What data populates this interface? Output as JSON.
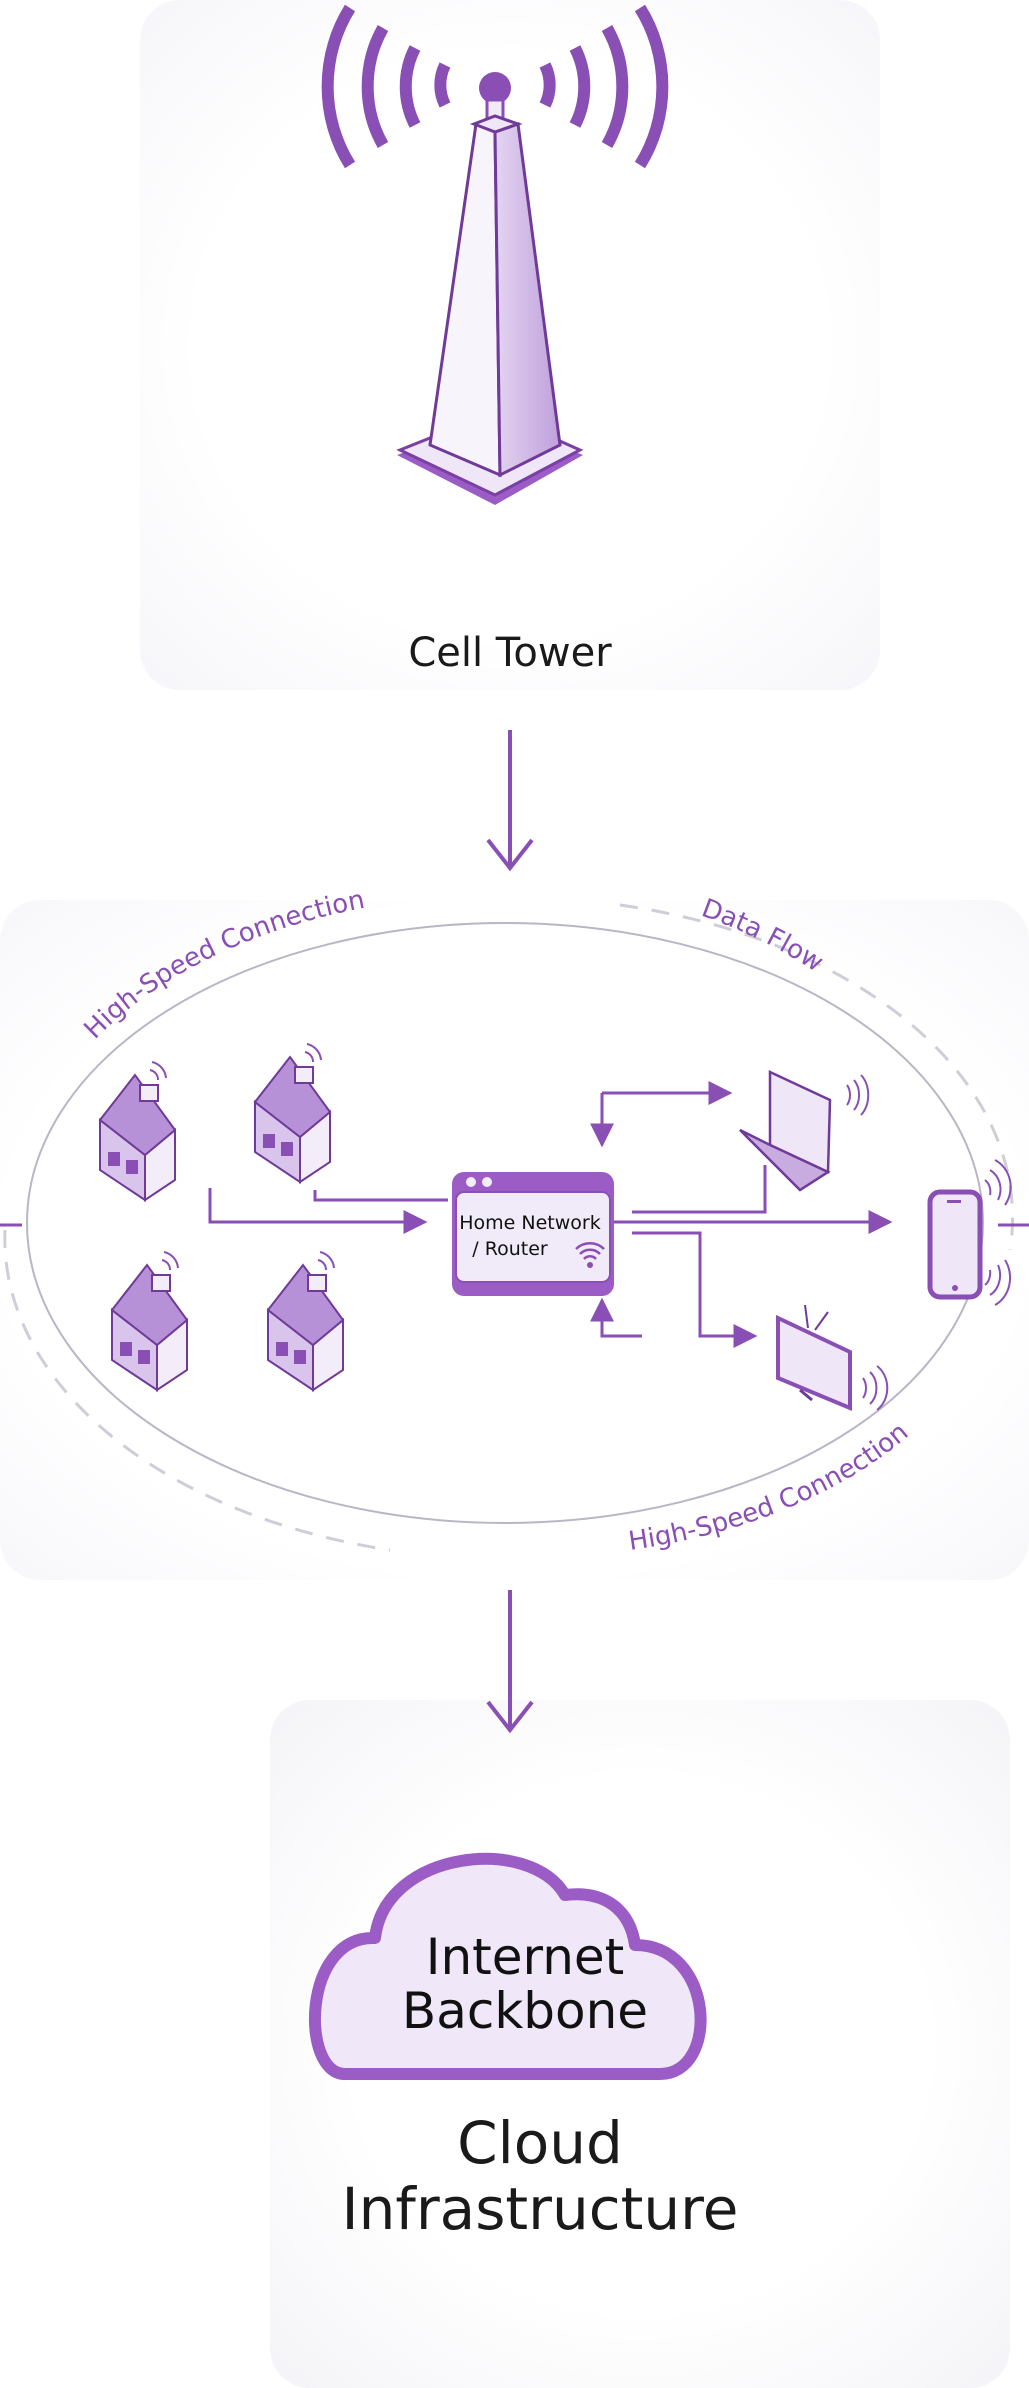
{
  "diagram": {
    "title": "Cellular to Cloud Network Flow",
    "colors": {
      "accent": "#8a4fb5",
      "fill_light": "#ece2f5",
      "fill_mid": "#c9acdf",
      "fill_dark": "#9b5cc6",
      "text": "#1a1a1a",
      "ring": "#b9b6c6"
    },
    "nodes": {
      "tower": {
        "label": "Cell Tower",
        "icon": "cell-tower-icon"
      },
      "router": {
        "line1": "Home Network",
        "line2": "/ Router",
        "icon": "wifi-icon"
      },
      "cloud": {
        "inner_line1": "Internet",
        "inner_line2": "Backbone",
        "label_line1": "Cloud",
        "label_line2": "Infrastructure",
        "icon": "cloud-icon"
      }
    },
    "network_labels": {
      "top_left": "High-Speed Connection",
      "top_right": "Data Flow",
      "bottom_right": "High-Speed Connection"
    },
    "devices": [
      "house",
      "house",
      "house",
      "house",
      "laptop",
      "smartphone",
      "television"
    ],
    "flow": [
      "Cell Tower",
      "Home Network",
      "Cloud Infrastructure"
    ]
  }
}
